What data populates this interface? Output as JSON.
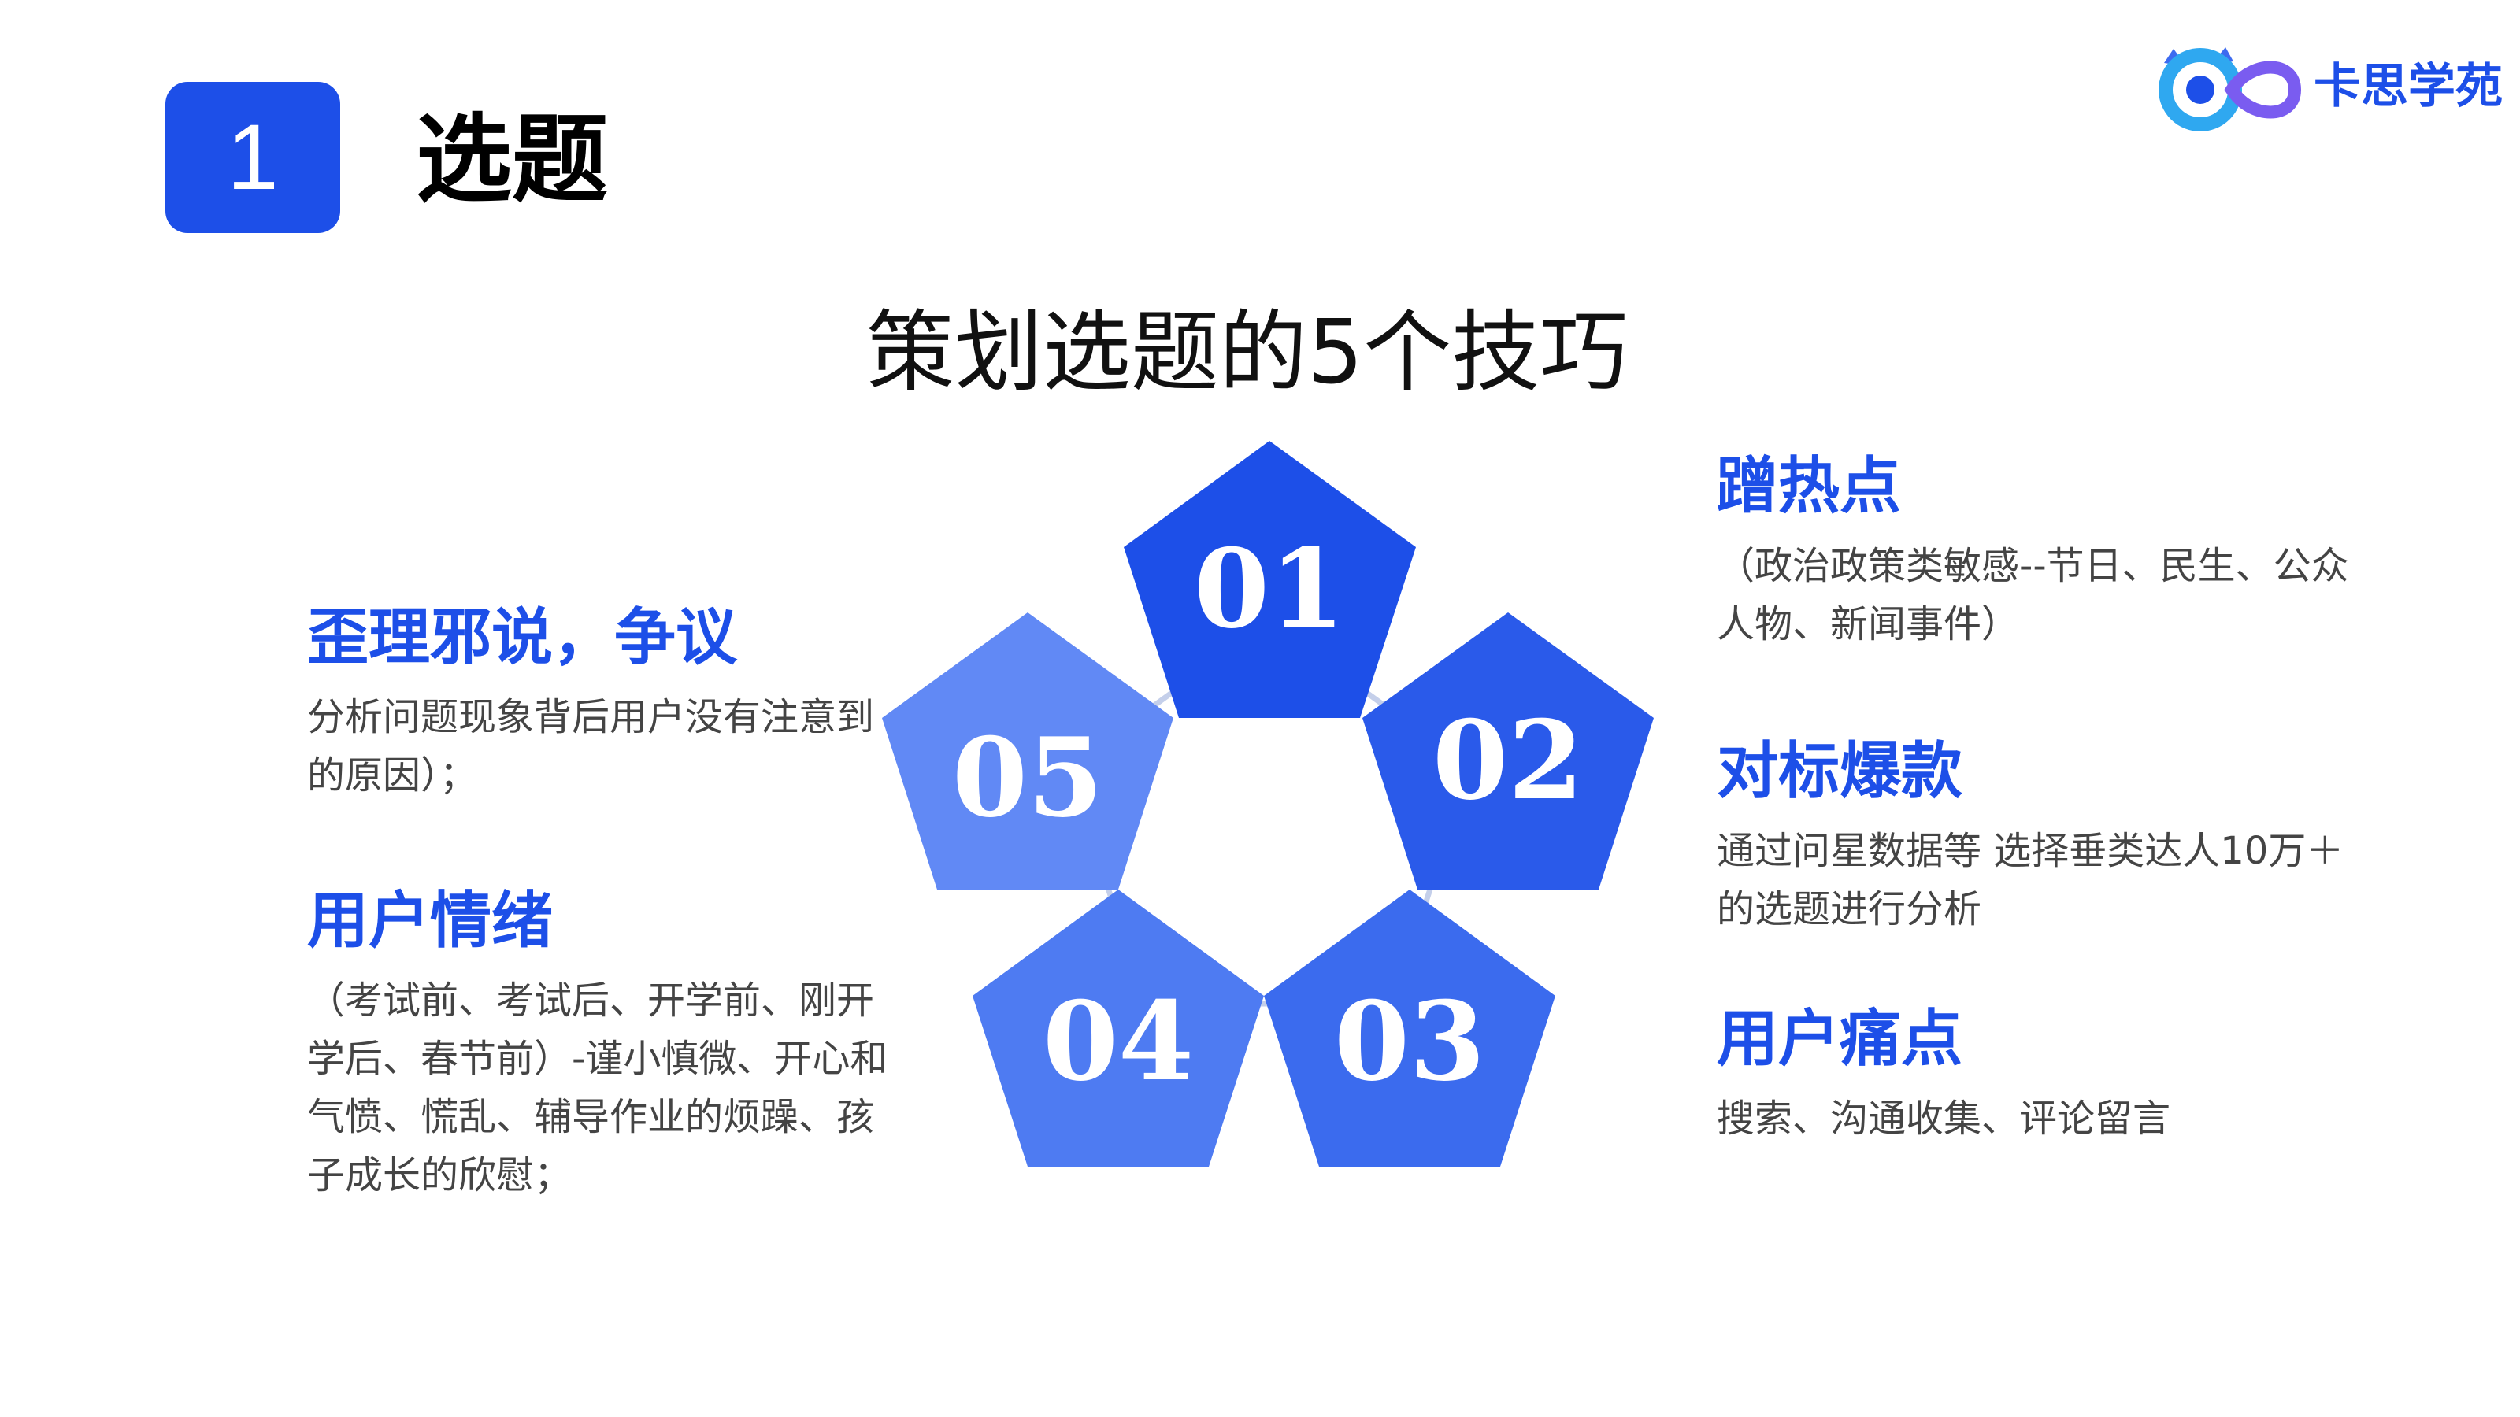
{
  "header": {
    "badge_number": "1",
    "section_title": "选题",
    "main_title": "策划选题的5个技巧"
  },
  "logo": {
    "text": "卡思学苑",
    "icon": "infinity-eye-logo-icon"
  },
  "colors": {
    "accent": "#1D4FE8",
    "pent_01": "#1D4FE8",
    "pent_02": "#2A5AEA",
    "pent_03": "#3B6BEE",
    "pent_04": "#4E7BF2",
    "pent_05": "#6189F5",
    "ring": "#C4CFEA"
  },
  "pentagons": [
    {
      "number": "01"
    },
    {
      "number": "02"
    },
    {
      "number": "03"
    },
    {
      "number": "04"
    },
    {
      "number": "05"
    }
  ],
  "items": {
    "hot_topics": {
      "title": "蹭热点",
      "desc": "（政治政策类敏感--节日、民生、公众人物、新闻事件）"
    },
    "benchmark": {
      "title": "对标爆款",
      "desc": "通过问星数据等 选择垂类达人10万＋的选题进行分析"
    },
    "pain_points": {
      "title": "用户痛点",
      "desc": "搜索、沟通收集、评论留言"
    },
    "fallacy": {
      "title": "歪理邪说，争议",
      "desc": "分析问题现象背后用户没有注意到的原因）；"
    },
    "emotion": {
      "title": "用户情绪",
      "desc": "（考试前、考试后、开学前、刚开学后、春节前）-谨小慎微、开心和气愤、慌乱、辅导作业的烦躁、孩子成长的欣慰；"
    }
  }
}
